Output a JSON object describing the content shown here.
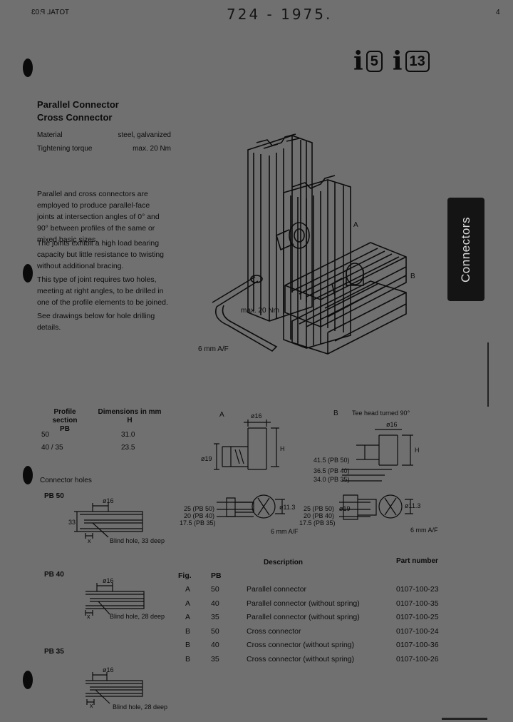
{
  "fax_header": "TOTAL P.03",
  "handwritten_number": "724 - 1975.",
  "page_corner_mark": "4",
  "icons": [
    {
      "name": "i5",
      "letter": "i",
      "number": "5"
    },
    {
      "name": "i13",
      "letter": "i",
      "number": "13"
    }
  ],
  "title_line1": "Parallel Connector",
  "title_line2": "Cross Connector",
  "specs": [
    {
      "label": "Material",
      "value": "steel, galvanized"
    },
    {
      "label": "Tightening torque",
      "value": "max. 20 Nm"
    }
  ],
  "paragraphs": [
    "Parallel and cross connectors are employed to produce parallel-face joints at intersection angles of 0° and 90° between profiles of the same or mixed basic sizes.",
    "The joints exhibit a high load bearing capacity but little resistance to twisting without additional bracing.",
    "This type of joint requires two holes, meeting at right angles, to be drilled in one of the profile elements to be joined.",
    "See drawings below for hole drilling details."
  ],
  "side_tab": "Connectors",
  "illustration": {
    "label_a": "A",
    "label_b": "B",
    "torque": "max. 20 Nm",
    "key": "6 mm A/F"
  },
  "dimensions_table": {
    "header_left": "Profile\nsection PB",
    "header_right": "Dimensions in mm\nH",
    "rows": [
      {
        "section": "50",
        "h": "31.0"
      },
      {
        "section": "40 / 35",
        "h": "23.5"
      }
    ]
  },
  "drawing_a": {
    "label": "A",
    "d16": "ø16",
    "d19": "ø19",
    "h": "H",
    "lengths": [
      "25 (PB 50)",
      "20 (PB 40)",
      "17.5 (PB 35)"
    ],
    "d113": "ø11.3",
    "key": "6 mm A/F"
  },
  "drawing_b": {
    "label": "B",
    "caption": "Tee head turned 90°",
    "d16": "ø16",
    "h": "H",
    "lengths_top": [
      "41.5 (PB 50)",
      "36.5 (PB 40)",
      "34.0 (PB 35)"
    ],
    "d19": "ø19",
    "lengths": [
      "25 (PB 50)",
      "20 (PB 40)",
      "17.5 (PB 35)"
    ],
    "d113": "ø11.3",
    "key": "6 mm A/F"
  },
  "connector_holes": "Connector holes",
  "holes": [
    {
      "section": "PB 50",
      "d16": "ø16",
      "dim": "33",
      "x": "x",
      "note": "Blind hole, 33 deep"
    },
    {
      "section": "PB 40",
      "d16": "ø16",
      "x": "x",
      "note": "Blind hole, 28 deep"
    },
    {
      "section": "PB 35",
      "d16": "ø16",
      "x": "x",
      "note": "Blind hole, 28 deep"
    }
  ],
  "parts_table": {
    "description_header": "Description",
    "part_number_header": "Part number",
    "col_fig": "Fig.",
    "col_pb": "PB",
    "rows": [
      {
        "fig": "A",
        "pb": "50",
        "description": "Parallel connector",
        "part": "0107-100-23"
      },
      {
        "fig": "A",
        "pb": "40",
        "description": "Parallel connector (without spring)",
        "part": "0107-100-35"
      },
      {
        "fig": "A",
        "pb": "35",
        "description": "Parallel connector (without spring)",
        "part": "0107-100-25"
      },
      {
        "fig": "B",
        "pb": "50",
        "description": "Cross connector",
        "part": "0107-100-24"
      },
      {
        "fig": "B",
        "pb": "40",
        "description": "Cross connector (without spring)",
        "part": "0107-100-36"
      },
      {
        "fig": "B",
        "pb": "35",
        "description": "Cross connector (without spring)",
        "part": "0107-100-26"
      }
    ]
  }
}
